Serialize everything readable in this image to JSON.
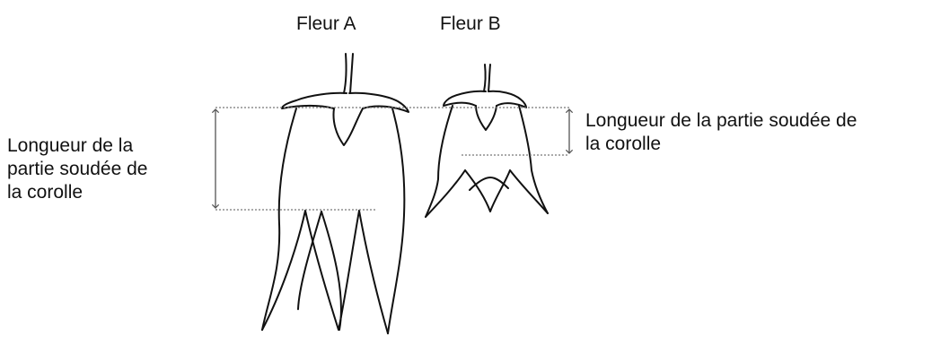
{
  "flower_a": {
    "title": "Fleur A"
  },
  "flower_b": {
    "title": "Fleur B"
  },
  "left_annotation": {
    "lines": [
      "Longueur de la",
      "partie soudée de",
      "la corolle"
    ]
  },
  "right_annotation": {
    "lines": [
      "Longueur de la partie soudée de",
      "la corolle"
    ]
  },
  "colors": {
    "ink": "#111111",
    "dotted_guide": "#777777",
    "arrow": "#555555"
  }
}
